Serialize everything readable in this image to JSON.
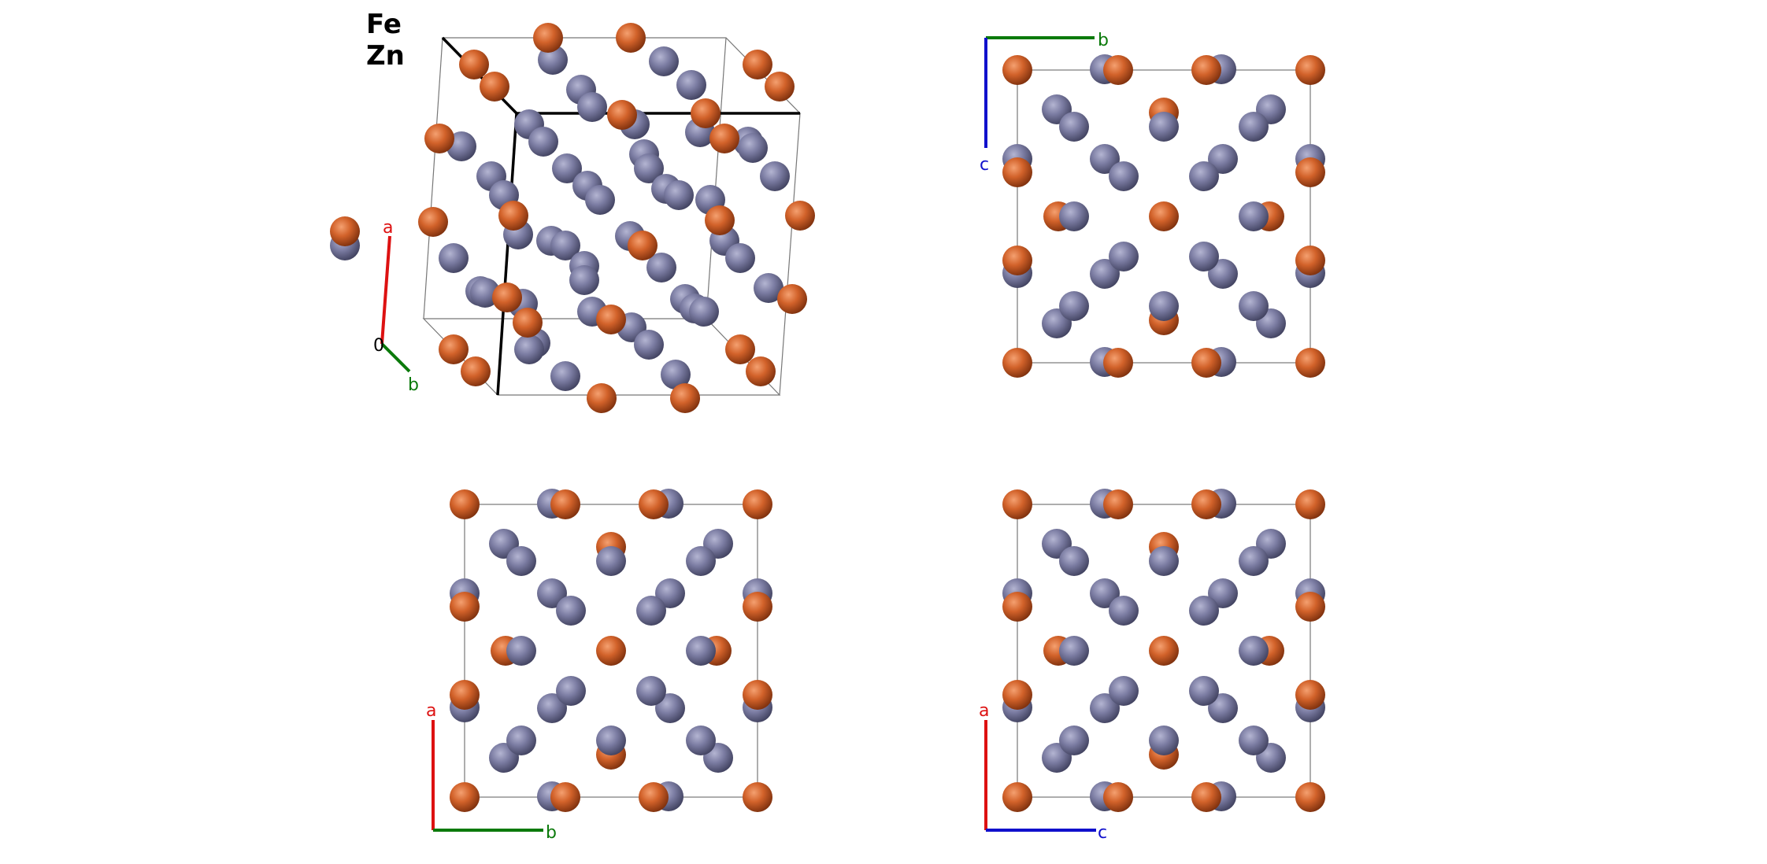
{
  "legend": {
    "items": [
      {
        "element": "Fe",
        "color": "#c85a22"
      },
      {
        "element": "Zn",
        "color": "#7a7ba0"
      }
    ]
  },
  "axes": {
    "a": {
      "label": "a",
      "color": "#dd1111"
    },
    "b": {
      "label": "b",
      "color": "#0b7a0b"
    },
    "c": {
      "label": "c",
      "color": "#1010cc"
    },
    "origin": {
      "label": "0"
    }
  },
  "panels": [
    {
      "id": "perspective",
      "axis_labels": [
        "a",
        "b"
      ],
      "origin_label": "0"
    },
    {
      "id": "view-a",
      "axis_labels": [
        "b",
        "c"
      ]
    },
    {
      "id": "view-c",
      "axis_labels": [
        "a",
        "b"
      ]
    },
    {
      "id": "view-b",
      "axis_labels": [
        "a",
        "c"
      ]
    }
  ]
}
